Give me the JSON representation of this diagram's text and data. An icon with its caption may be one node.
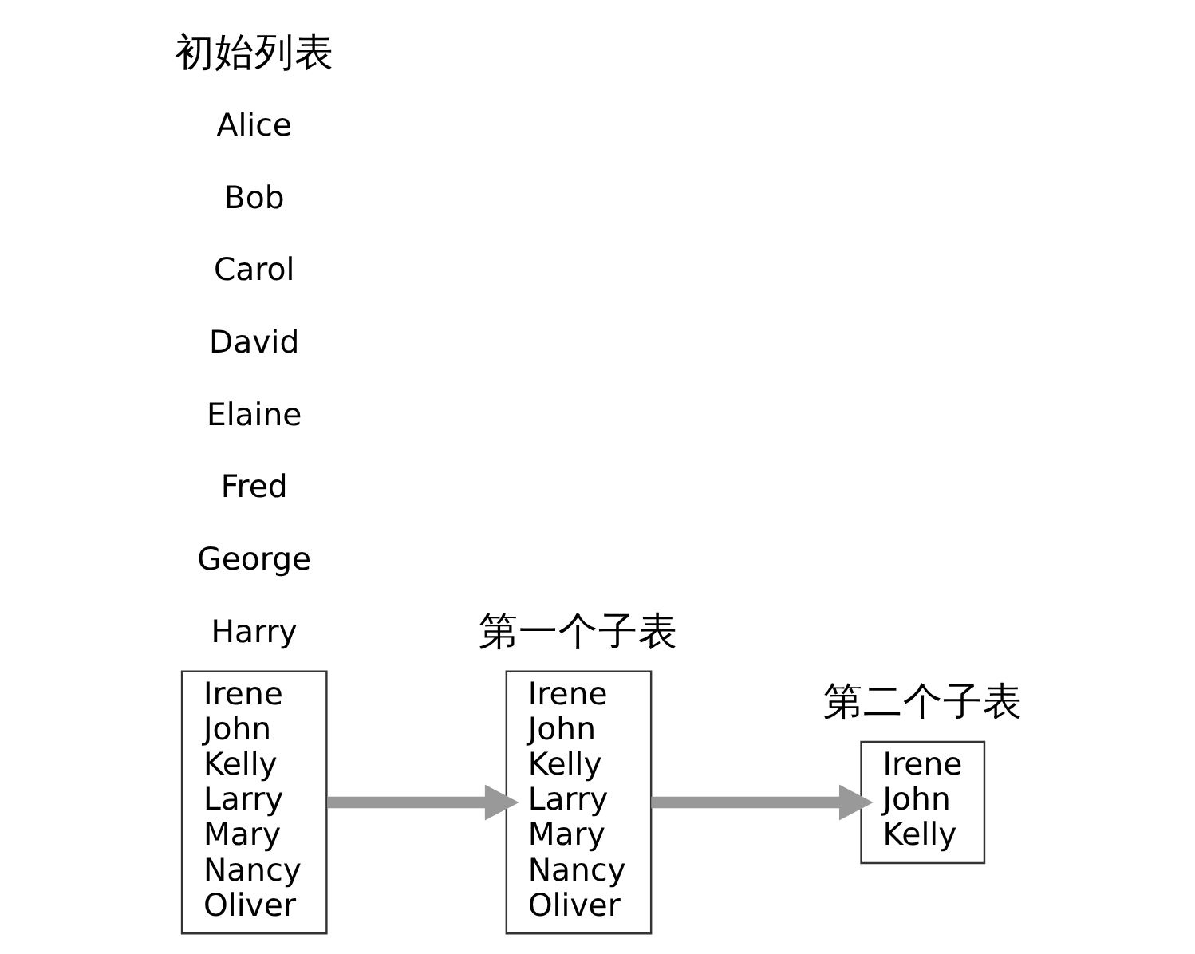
{
  "diagram": {
    "nodes": [
      {
        "text": [
          "Irene John Kelly Larry Mary Nancy Oliver"
        ]
      },
      {
        "text": [
          "Irene John Kelly Larry Mary Nancy Oliver"
        ]
      },
      {
        "text": [
          "Irene John Kelly"
        ]
      }
    ],
    "edges": [
      {
        "from": 0,
        "to": 1,
        "arrow": "to"
      },
      {
        "from": 1,
        "to": 2,
        "arrow": "to"
      }
    ],
    "labels": [
      "初始列表",
      "第一个子表",
      "第二个子表",
      "Alice",
      "Bob",
      "Carol",
      "David",
      "Elaine",
      "Fred",
      "George",
      "Harry"
    ]
  }
}
